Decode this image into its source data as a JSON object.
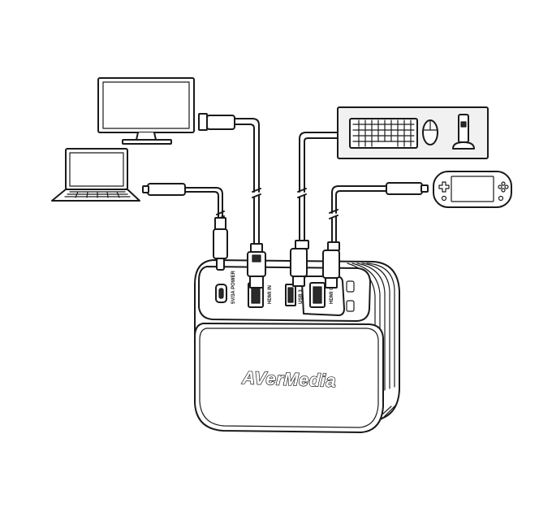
{
  "brand": {
    "name": "AVerMedia"
  },
  "ports": {
    "power": "5V/3A POWER",
    "hdmi_in": "HDMI IN",
    "usb": "USB 3",
    "hdmi_out": "HDMI OUT"
  },
  "devices": [
    {
      "icon": "monitor-icon"
    },
    {
      "icon": "laptop-icon"
    },
    {
      "icon": "keyboard-mouse-icon"
    },
    {
      "icon": "handheld-console-icon"
    }
  ],
  "colors": {
    "line": "#1a1a1a",
    "background": "#ffffff"
  }
}
